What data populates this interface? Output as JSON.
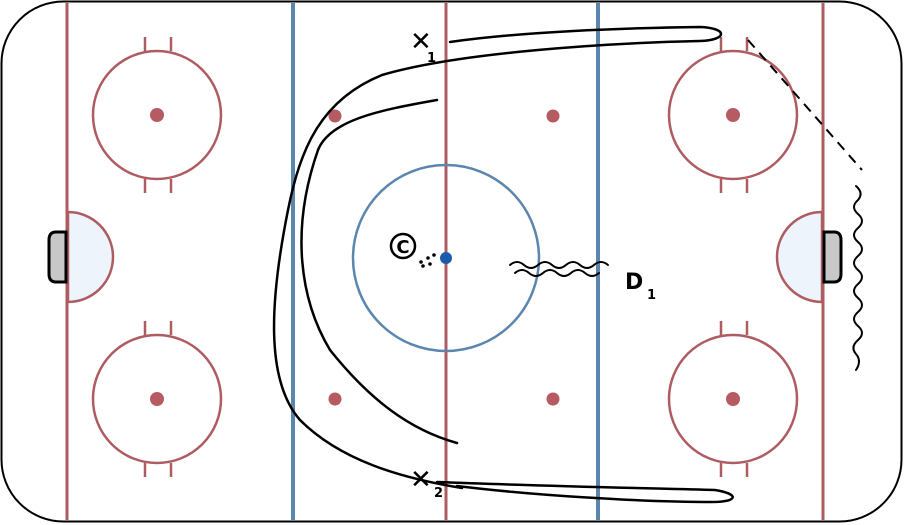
{
  "colors": {
    "red_line": "#ae5c62",
    "blue_line": "#5b86ad",
    "faceoff_dot": "#b65b62",
    "center_dot": "#1a5cab",
    "crease_fill": "#eef4fb",
    "net_fill": "#c8c8c8",
    "path": "#000000"
  },
  "players": [
    {
      "symbol": "✕",
      "subscript": "1",
      "role": "forward"
    },
    {
      "symbol": "✕",
      "subscript": "2",
      "role": "forward"
    },
    {
      "symbol": "D",
      "subscript": "1",
      "role": "defense"
    }
  ],
  "coach": {
    "symbol": "C"
  }
}
